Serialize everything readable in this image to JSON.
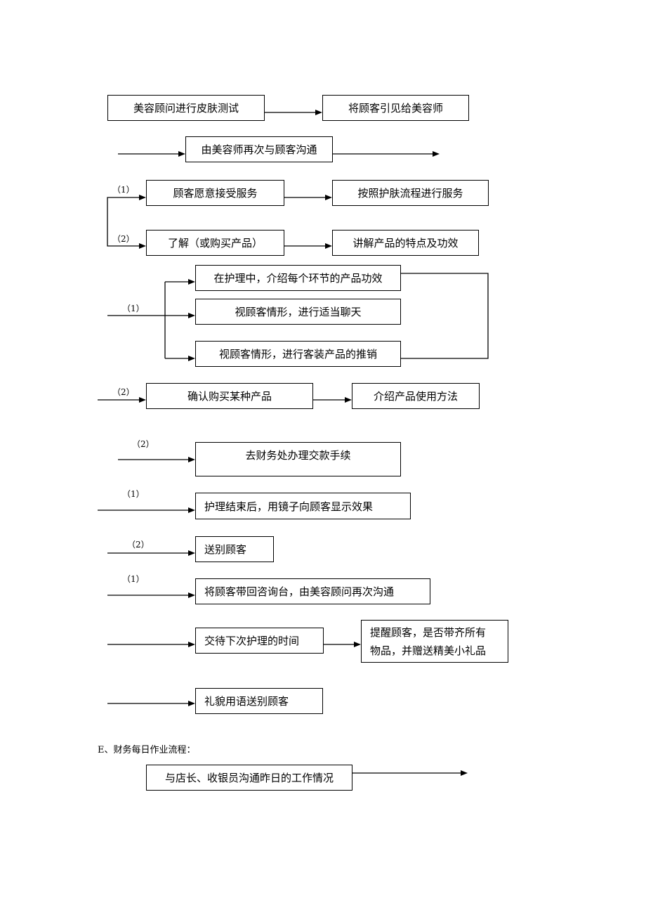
{
  "flow": {
    "box_skin_test": "美容顾问进行皮肤测试",
    "box_introduce": "将顾客引见给美容师",
    "box_communicate": "由美容师再次与顾客沟通",
    "box_accept_service": "顾客愿意接受服务",
    "box_service_process": "按照护肤流程进行服务",
    "box_understand": "了解（或购买产品）",
    "box_explain_product": "讲解产品的特点及功效",
    "box_during_care": "在护理中，介绍每个环节的产品功效",
    "box_chat": "视顾客情形，进行适当聊天",
    "box_promote": "视顾客情形，进行客装产品的推销",
    "box_confirm_purchase": "确认购买某种产品",
    "box_usage": "介绍产品使用方法",
    "box_payment": "去财务处办理交款手续",
    "box_mirror": "护理结束后，用镜子向顾客显示效果",
    "box_see_off": "送别顾客",
    "box_consult_desk": "将顾客带回咨询台，由美容顾问再次沟通",
    "box_next_time": "交待下次护理的时间",
    "box_remind_line1": "提醒顾客，是否带齐所有",
    "box_remind_line2": "物品，并赠送精美小礼品",
    "box_polite_farewell": "礼貌用语送别顾客"
  },
  "labels": {
    "opt1": "（1）",
    "opt2": "（2）"
  },
  "finance": {
    "heading": "E、财务每日作业流程：",
    "box_sync": "与店长、收银员沟通昨日的工作情况"
  }
}
